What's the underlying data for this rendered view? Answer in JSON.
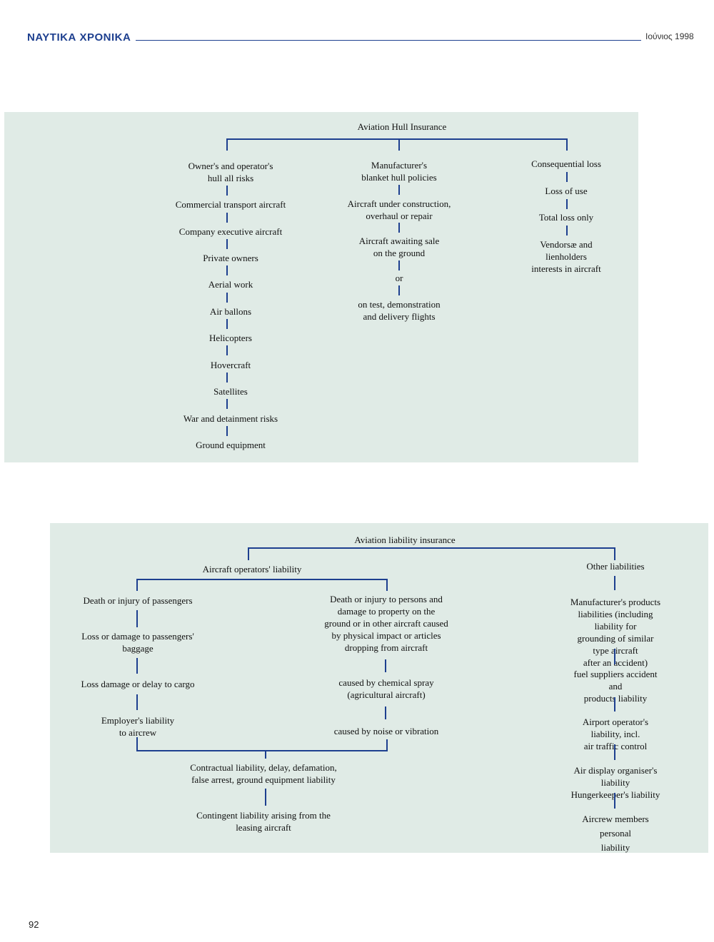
{
  "header": {
    "title": "ΝΑΥΤΙΚΑ ΧΡΟΝΙΚΑ",
    "date": "Ιούνιος 1998"
  },
  "hull": {
    "title": "Aviation Hull Insurance",
    "col1": [
      "Owner's and operator's\nhull all risks",
      "Commercial transport aircraft",
      "Company executive aircraft",
      "Private owners",
      "Aerial work",
      "Air ballons",
      "Helicopters",
      "Hovercraft",
      "Satellites",
      "War and detainment risks",
      "Ground equipment"
    ],
    "col2": [
      "Manufacturer's\nblanket hull policies",
      "Aircraft under construction,\noverhaul or repair",
      "Aircraft awaiting sale\non the ground",
      "or",
      "on test, demonstration\nand delivery flights"
    ],
    "col3": [
      "Consequential loss",
      "Loss of use",
      "Total loss only",
      "Vendorsæ and lienholders\ninterests in aircraft"
    ]
  },
  "liability": {
    "title": "Aviation liability insurance",
    "operators_title": "Aircraft operators' liability",
    "other_title": "Other liabilities",
    "left_col": [
      "Death or injury of passengers",
      "Loss or damage to passengers'\nbaggage",
      "Loss damage or delay to cargo",
      "Employer's liability\nto aircrew"
    ],
    "mid_col": [
      "Death or injury to persons and\ndamage to property on the\nground or in other aircraft caused\nby physical impact or articles\ndropping from aircraft",
      "caused by chemical spray\n(agricultural aircraft)",
      "caused by noise or vibration"
    ],
    "bottom": [
      "Contractual liability, delay, defamation,\nfalse arrest, ground equipment liability",
      "Contingent liability arising from the\nleasing aircraft"
    ],
    "right_col": [
      "Manufacturer's products\nliabilities (including liability for\ngrounding of similar type aircraft\nafter an accident)",
      "fuel suppliers accident and\nproducts liability",
      "Airport operator's liability, incl.\nair traffic control",
      "Air display organiser's liability\nHungerkeeper's liability",
      "Aircrew members personal\nliability"
    ]
  },
  "page_number": "92"
}
